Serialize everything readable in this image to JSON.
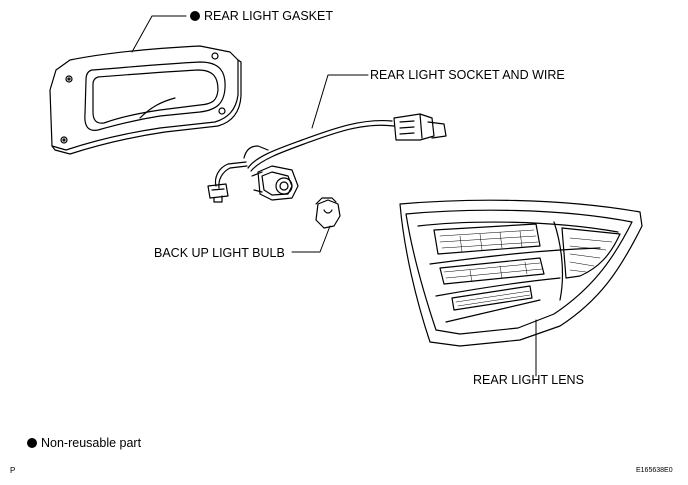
{
  "labels": {
    "gasket": "REAR LIGHT GASKET",
    "socket": "REAR LIGHT SOCKET AND WIRE",
    "bulb": "BACK UP LIGHT BULB",
    "lens": "REAR LIGHT LENS"
  },
  "legend": {
    "non_reusable": "Non-reusable part"
  },
  "footer": {
    "left_code": "P",
    "figure_id": "E165638E0"
  }
}
